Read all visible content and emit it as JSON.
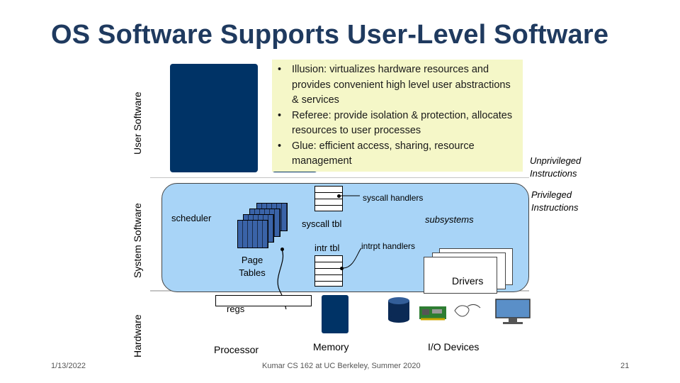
{
  "slide": {
    "title": "OS Software Supports User-Level Software",
    "layers": {
      "user": "User Software",
      "system": "System Software",
      "hardware": "Hardware"
    },
    "callout_bullets": [
      "Illusion: virtualizes hardware resources and provides convenient high level user abstractions & services",
      "Referee: provide isolation & protection, allocates resources to user processes",
      "Glue: efficient access, sharing, resource management"
    ],
    "unprivileged": "Unprivileged Instructions",
    "privileged": "Privileged Instructions",
    "kernel": {
      "scheduler": "scheduler",
      "syscall_handlers": "syscall handlers",
      "syscall_tbl": "syscall tbl",
      "subsystems": "subsystems",
      "intr_tbl": "intr tbl",
      "intrpt_handlers": "intrpt handlers",
      "page_tables": "Page Tables",
      "drivers": "Drivers"
    },
    "hardware": {
      "regs": "regs",
      "processor": "Processor",
      "memory": "Memory",
      "io": "I/O Devices"
    },
    "footer": {
      "date": "1/13/2022",
      "course": "Kumar CS 162 at UC Berkeley, Summer 2020",
      "page": "21"
    },
    "colors": {
      "title": "#1f3a5f",
      "user_app": "#003366",
      "callout": "#f5f7c8",
      "kernel": "#a8d4f7",
      "page_table": "#3a63a8"
    }
  }
}
